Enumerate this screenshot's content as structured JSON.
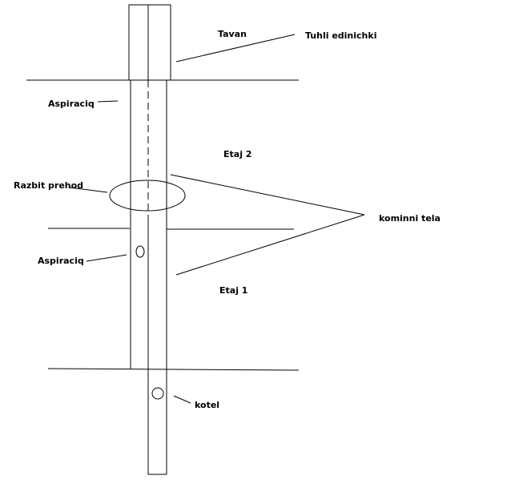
{
  "labels": {
    "tavan": "Tavan",
    "tuhli_edinichki": "Tuhli edinichki",
    "aspiraciq_top": "Aspiraciq",
    "etaj_2": "Etaj 2",
    "razbit_prehod": "Razbit prehod",
    "kominni_tela": "kominni tela",
    "aspiraciq_bottom": "Aspiraciq",
    "etaj_1": "Etaj 1",
    "kotel": "kotel"
  },
  "colors": {
    "line": "#000000",
    "background": "#ffffff"
  }
}
